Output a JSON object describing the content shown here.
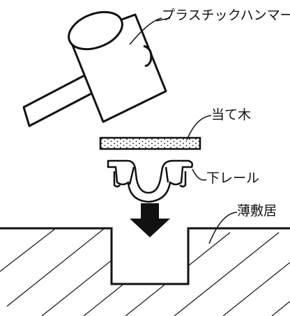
{
  "labels": {
    "hammer": "プラスチックハンマー",
    "block": "当て木",
    "rail": "下レール",
    "sill": "薄敷居"
  },
  "colors": {
    "stroke": "#111111",
    "background": "#ffffff",
    "arrow": "#111111"
  },
  "icons": {
    "arrow": "down-arrow"
  }
}
